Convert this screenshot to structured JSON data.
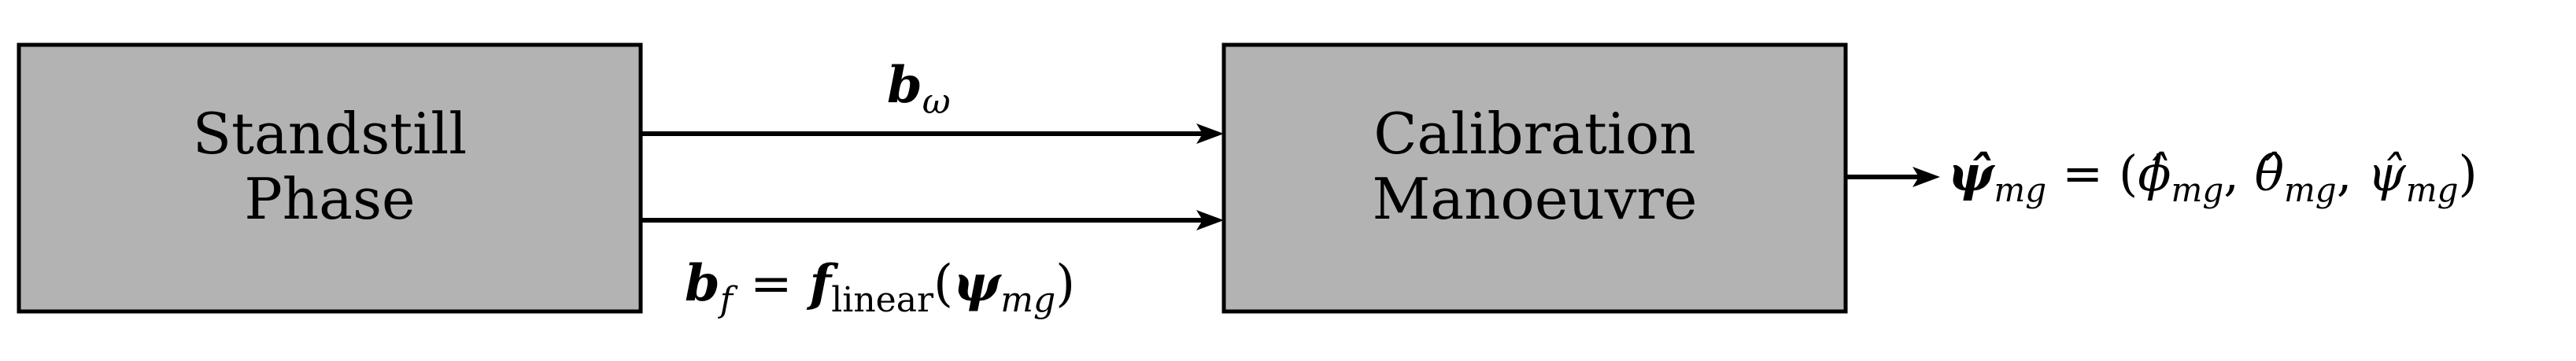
{
  "blocks": {
    "left": {
      "line1": "Standstill",
      "line2": "Phase"
    },
    "right": {
      "line1": "Calibration",
      "line2": "Manoeuvre"
    }
  },
  "labels": {
    "top_arrow": {
      "symbol": "b",
      "subscript": "ω"
    },
    "bottom_arrow": {
      "lhs_symbol": "b",
      "lhs_sub": "f",
      "eq": "=",
      "func": "f",
      "func_sub": "linear",
      "arg_symbol": "ψ",
      "arg_sub": "mg"
    },
    "output": {
      "symbol": "ψ̂",
      "sub": "mg",
      "eq": "=",
      "phi": "ϕ̂",
      "theta": "θ̂",
      "psi": "ψ̂",
      "comp_sub": "mg"
    }
  }
}
